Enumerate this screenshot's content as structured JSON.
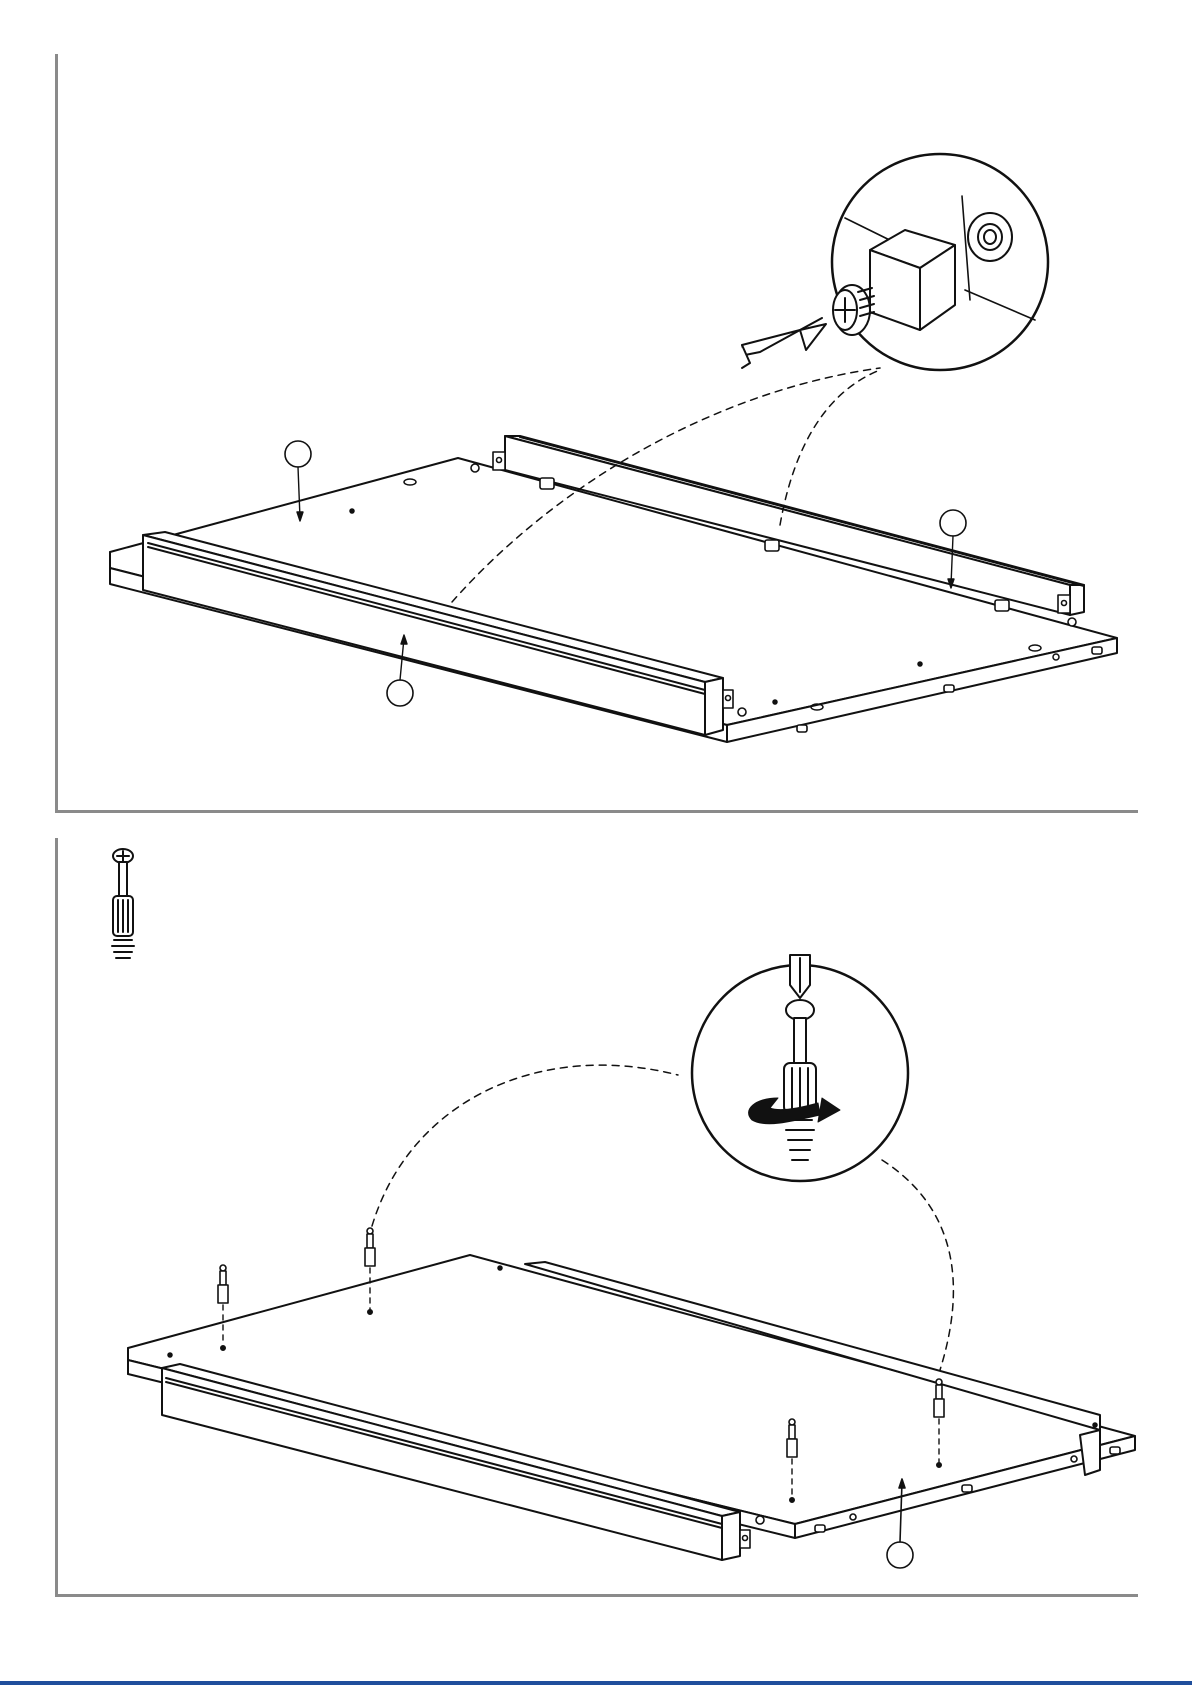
{
  "step_1": {
    "panel_name": "assembly-step-attach-rails",
    "part_callouts": [
      "",
      "",
      ""
    ],
    "detail": "cam-bolt-detail"
  },
  "step_2": {
    "panel_name": "assembly-step-insert-dowels",
    "part_callouts": [
      ""
    ],
    "hardware": "cam-dowel-icon",
    "detail": "screw-in-dowel-detail"
  },
  "colors": {
    "line": "#111111",
    "frame": "#8a8a8a",
    "rule": "#1f4e9c"
  }
}
